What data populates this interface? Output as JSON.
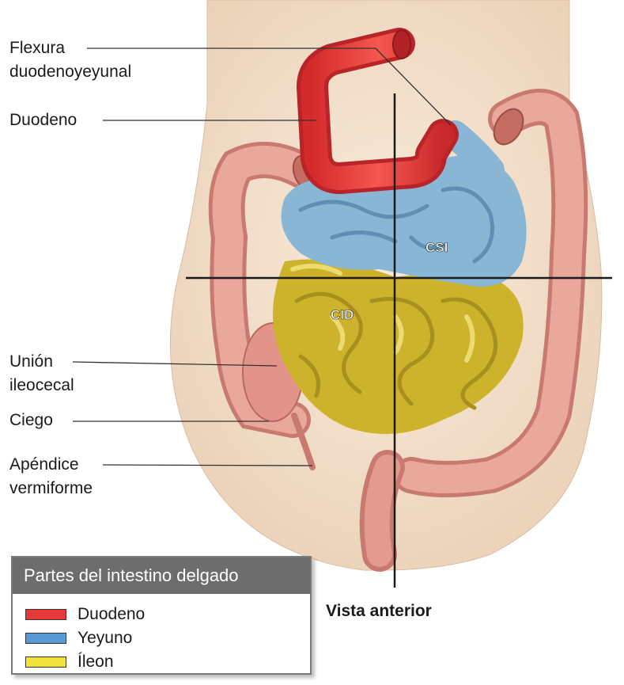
{
  "labels": {
    "flexura_line1": "Flexura",
    "flexura_line2": "duodenoyeyunal",
    "duodeno": "Duodeno",
    "union_line1": "Unión",
    "union_line2": "ileocecal",
    "ciego": "Ciego",
    "apendice_line1": "Apéndice",
    "apendice_line2": "vermiforme"
  },
  "quadrants": {
    "csi": "CSI",
    "cid": "CID"
  },
  "legend": {
    "title": "Partes del intestino delgado",
    "items": [
      {
        "label": "Duodeno",
        "color": "#e8393a"
      },
      {
        "label": "Yeyuno",
        "color": "#5b9bd5"
      },
      {
        "label": "Íleon",
        "color": "#f2e33c"
      }
    ]
  },
  "view": "Vista anterior",
  "colors": {
    "duodeno": "#e8393a",
    "yeyuno": "#86b6d8",
    "ileon": "#e2cc3e",
    "colon": "#e79a90",
    "skin": "#f4e3cf"
  }
}
